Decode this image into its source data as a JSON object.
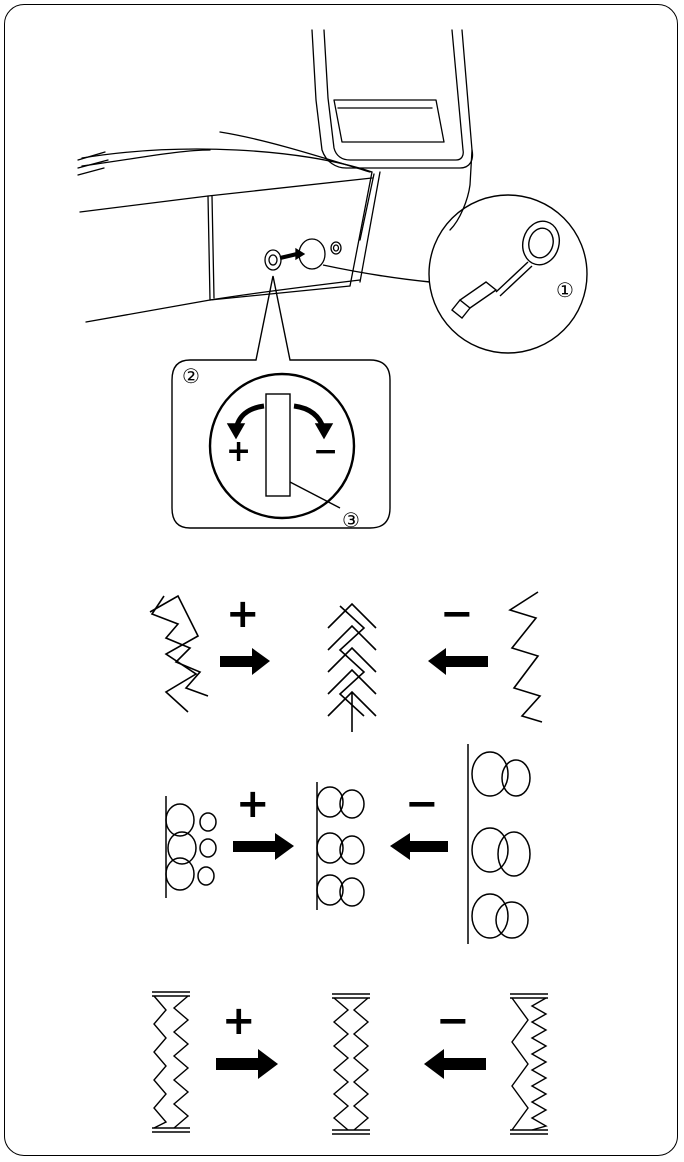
{
  "callouts": {
    "screwdriver": "①",
    "dial_view": "②",
    "dial_slot": "③"
  },
  "dial": {
    "plus_sign": "+",
    "minus_sign": "−"
  },
  "adjustments": {
    "row_chevron": {
      "plus_sign": "+",
      "minus_sign": "−"
    },
    "row_circles": {
      "plus_sign": "+",
      "minus_sign": "−"
    },
    "row_zigzag": {
      "plus_sign": "+",
      "minus_sign": "−"
    }
  },
  "colors": {
    "ink": "#000000",
    "paper": "#ffffff"
  }
}
